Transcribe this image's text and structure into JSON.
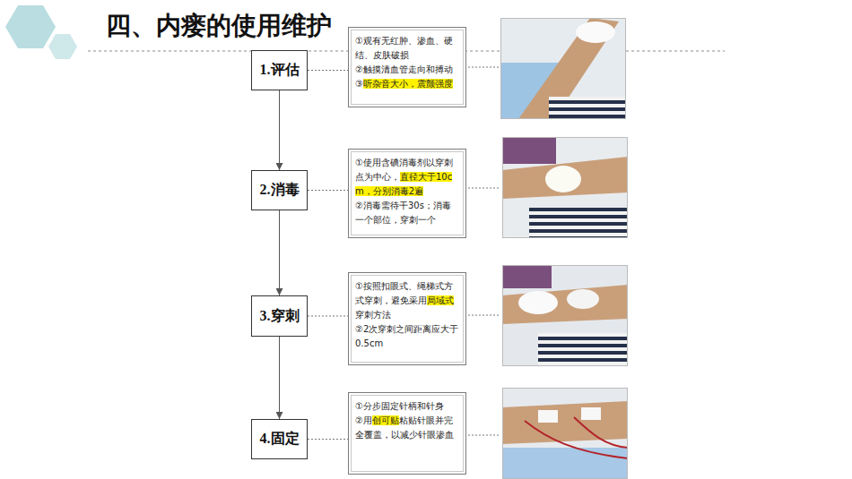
{
  "diagram": {
    "title": "四、内瘘的使用维护",
    "nodes": [
      {
        "text": [
          "1.评估"
        ]
      },
      {
        "text": [
          "①观有无红肿、渗血、硬结、皮肤破损",
          "②触摸清血管走向和搏动",
          "③",
          "听杂音大小，震颤强度"
        ]
      },
      {
        "text": [
          "2.消毒"
        ]
      },
      {
        "text": [
          "①使用含碘消毒剂以穿刺点为中心，",
          "直径大于10cm，分别消毒2遍",
          "②消毒需待干30s；消毒一个部位，穿刺一个"
        ]
      },
      {
        "text": [
          "3.穿刺"
        ]
      },
      {
        "text": [
          "①按照扣眼式、绳梯式方式穿刺，避免采用",
          "局域式",
          "穿刺方法",
          "②2次穿刺之间距离应大于0.5cm"
        ]
      },
      {
        "text": [
          "4.固定"
        ]
      },
      {
        "text": [
          "①分步固定针柄和针身",
          "②用",
          "创可贴",
          "粘贴针眼并完全覆盖，以减少针眼渗血"
        ]
      }
    ],
    "edges": [
      {
        "from": 0,
        "to": 2,
        "arrow": "to"
      },
      {
        "from": 2,
        "to": 4,
        "arrow": "to"
      },
      {
        "from": 4,
        "to": 6,
        "arrow": "to"
      },
      {
        "from": 0,
        "to": 1,
        "arrow": "none"
      },
      {
        "from": 2,
        "to": 3,
        "arrow": "none"
      },
      {
        "from": 4,
        "to": 5,
        "arrow": "none"
      },
      {
        "from": 6,
        "to": 7,
        "arrow": "none"
      }
    ]
  }
}
